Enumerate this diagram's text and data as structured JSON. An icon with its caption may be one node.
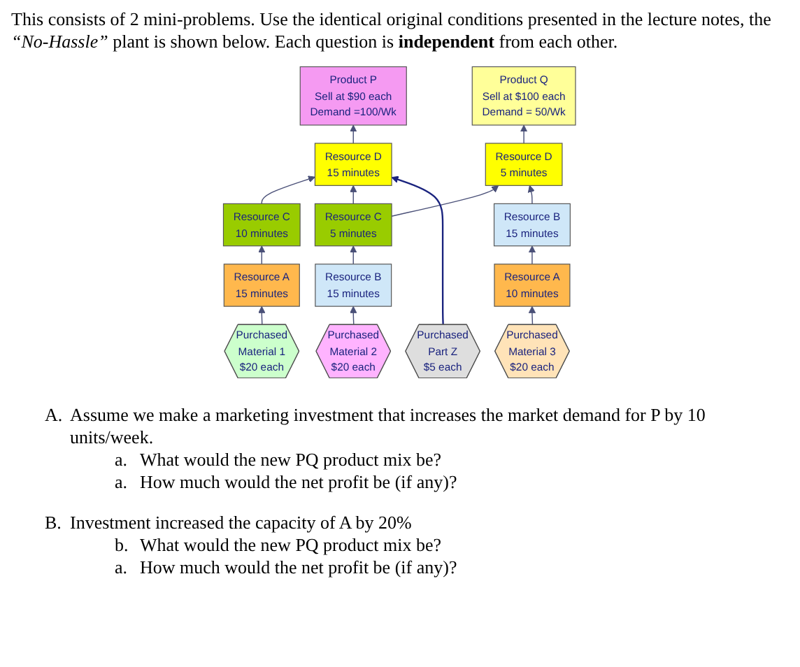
{
  "diagram": {
    "nodes": [
      {
        "text": [
          "Product P",
          "Sell at $90 each",
          "Demand =100/Wk"
        ]
      },
      {
        "text": [
          "Product Q",
          "Sell at $100 each",
          "Demand = 50/Wk"
        ]
      },
      {
        "text": [
          "Resource D",
          "15 minutes"
        ]
      },
      {
        "text": [
          "Resource D",
          "5 minutes"
        ]
      },
      {
        "text": [
          "Resource C",
          "10 minutes"
        ]
      },
      {
        "text": [
          "Resource C",
          "5 minutes"
        ]
      },
      {
        "text": [
          "Resource B",
          "15 minutes"
        ]
      },
      {
        "text": [
          "Resource A",
          "15 minutes"
        ]
      },
      {
        "text": [
          "Resource B",
          "15 minutes"
        ]
      },
      {
        "text": [
          "Resource A",
          "10 minutes"
        ]
      },
      {
        "text": [
          "Purchased",
          "Part Z",
          "$5 each"
        ]
      },
      {
        "text": [
          "Purchased",
          "Material 1",
          "$20 each"
        ]
      },
      {
        "text": [
          "Purchased",
          "Material 2",
          "$20 each"
        ]
      },
      {
        "text": [
          "Purchased",
          "Material 3",
          "$20 each"
        ]
      }
    ],
    "edges": [
      {
        "from": 2,
        "to": 0,
        "arrow": "to"
      },
      {
        "from": 3,
        "to": 1,
        "arrow": "to"
      },
      {
        "from": 4,
        "to": 2,
        "arrow": "to"
      },
      {
        "from": 5,
        "to": 2,
        "arrow": "to"
      },
      {
        "from": 5,
        "to": 3,
        "arrow": "to"
      },
      {
        "from": 6,
        "to": 3,
        "arrow": "to"
      },
      {
        "from": 7,
        "to": 4,
        "arrow": "to"
      },
      {
        "from": 8,
        "to": 5,
        "arrow": "to"
      },
      {
        "from": 9,
        "to": 6,
        "arrow": "to"
      },
      {
        "from": 10,
        "to": 2,
        "arrow": "to",
        "color": "#1a237e"
      },
      {
        "from": 11,
        "to": 7,
        "arrow": "to"
      },
      {
        "from": 12,
        "to": 8,
        "arrow": "to"
      },
      {
        "from": 13,
        "to": 9,
        "arrow": "to"
      }
    ],
    "labels": [
      "This consists of 2 mini-problems. Use the identical original conditions presented in the lecture notes, the *“No-Hassle”* plant is shown below. Each question is **independent** from each other.",
      "A.",
      "Assume we make a marketing investment that increases the market demand for P by 10 units/week.",
      "a.",
      "What would the new PQ product mix be?",
      "a.",
      "How much would the net profit be (if any)?",
      "B.",
      "Investment increased the capacity of A by 20%",
      "b.",
      "What would the new PQ product mix be?",
      "a.",
      "How much would the net profit be (if any)?"
    ]
  }
}
